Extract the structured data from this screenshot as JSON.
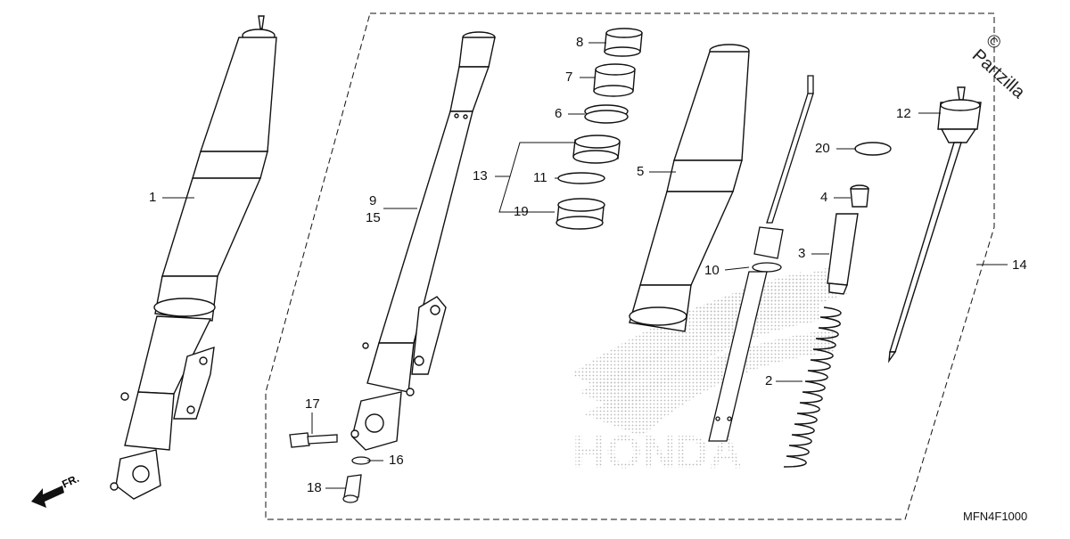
{
  "diagram": {
    "code": "MFN4F1000",
    "watermark": "© Partzilla",
    "fr_label": "FR.",
    "background_logo": "HONDA",
    "callouts": {
      "c1": "1",
      "c2": "2",
      "c3": "3",
      "c4": "4",
      "c5": "5",
      "c6": "6",
      "c7": "7",
      "c8": "8",
      "c9": "9",
      "c10": "10",
      "c11": "11",
      "c12": "12",
      "c13": "13",
      "c14": "14",
      "c15": "15",
      "c16": "16",
      "c17": "17",
      "c18": "18",
      "c19": "19",
      "c20": "20"
    }
  },
  "colors": {
    "line": "#111111",
    "fill": "#ffffff",
    "logo_dots": "#bbbbbb"
  }
}
